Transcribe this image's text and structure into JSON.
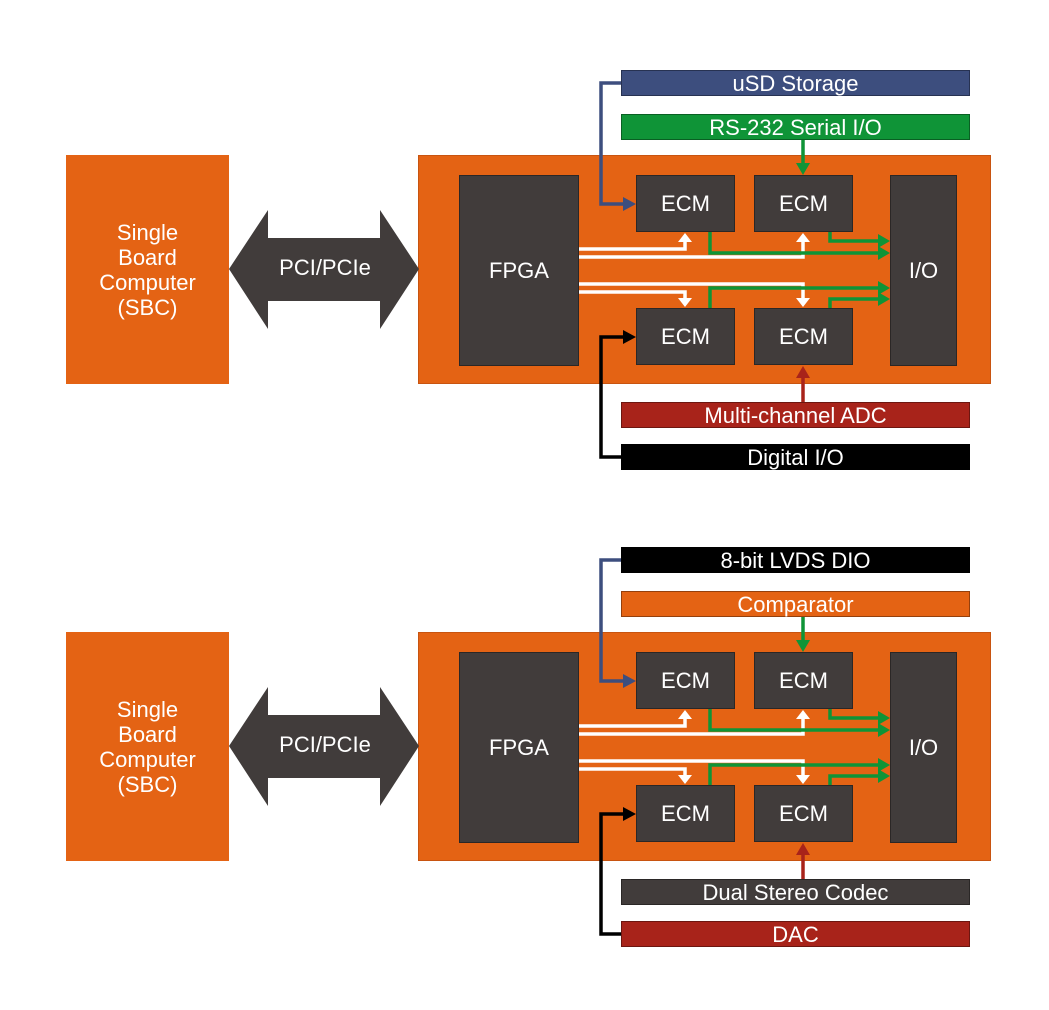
{
  "diagrams": [
    {
      "sbc_lines": [
        "Single",
        "Board",
        "Computer",
        "(SBC)"
      ],
      "bus_label": "PCI/PCIe",
      "fpga_label": "FPGA",
      "io_label": "I/O",
      "ecm_labels": [
        "ECM",
        "ECM",
        "ECM",
        "ECM"
      ],
      "peripherals": {
        "top1": {
          "label": "uSD Storage",
          "color": "#3D4E7E"
        },
        "top2": {
          "label": "RS-232 Serial I/O",
          "color": "#0F9437"
        },
        "bottom1": {
          "label": "Multi-channel ADC",
          "color": "#A8231A"
        },
        "bottom2": {
          "label": "Digital I/O",
          "color": "#000000"
        }
      }
    },
    {
      "sbc_lines": [
        "Single",
        "Board",
        "Computer",
        "(SBC)"
      ],
      "bus_label": "PCI/PCIe",
      "fpga_label": "FPGA",
      "io_label": "I/O",
      "ecm_labels": [
        "ECM",
        "ECM",
        "ECM",
        "ECM"
      ],
      "peripherals": {
        "top1": {
          "label": "8-bit LVDS DIO",
          "color": "#000000"
        },
        "top2": {
          "label": "Comparator",
          "color": "#E46314"
        },
        "bottom1": {
          "label": "Dual Stereo Codec",
          "color": "#413C3B"
        },
        "bottom2": {
          "label": "DAC",
          "color": "#A8231A"
        }
      }
    }
  ],
  "colors": {
    "orange": "#E46314",
    "dark_block": "#413C3B",
    "wire_blue": "#3D4E7E",
    "wire_green": "#0F9437",
    "wire_red": "#A8231A",
    "wire_black": "#000000",
    "wire_white": "#FFFFFF"
  }
}
